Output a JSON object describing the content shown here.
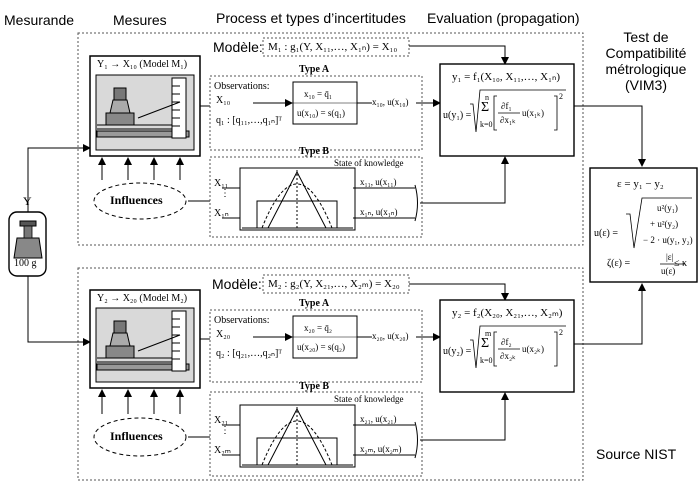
{
  "headers": {
    "mesurande": "Mesurande",
    "mesures": "Mesures",
    "process": "Process et types d’incertitudes",
    "evaluation": "Evaluation (propagation)",
    "test": [
      "Test de",
      "Compatibilité",
      "métrologique",
      "(VIM3)"
    ]
  },
  "measurand": {
    "y": "Y",
    "mass": "100 g"
  },
  "source": "Source NIST",
  "panels": [
    {
      "modele_label": "Modèle:",
      "model_eq": "M₁ : g₁(Y, X₁₁,…, X₁ₙ) = X₁₀",
      "instrument_title": "Y₁ → X₁₀ (Model M₁)",
      "influences": "Influences",
      "type_a": {
        "title": "Type A",
        "observations": "Observations:",
        "x0": "X₁₀",
        "q_vector": "q₁ : [q₁₁,…,q₁ₙ]ᵀ",
        "mean_eq": "x₁₀ = q̄₁",
        "u_eq": "u(x₁₀) = s(q₁)",
        "out": "x₁₀, u(x₁₀)"
      },
      "type_b": {
        "title": "Type B",
        "state": "State of knowledge",
        "x_first": "X₁₁",
        "x_last": "X₁ₙ",
        "out_first": "x₁₁, u(x₁₁)",
        "out_last": "x₁ₙ, u(x₁ₙ)"
      },
      "eval": {
        "y_eq": "y₁ = f₁(X₁₀, X₁₁,…, X₁ₙ)",
        "u_lhs": "u(y₁) =",
        "sum_top": "n",
        "sum_bot": "k=0",
        "frac_num": "∂f₁",
        "frac_den": "∂x₁ₖ",
        "u_term": "u(x₁ₖ)",
        "sq": "2"
      }
    },
    {
      "modele_label": "Modèle:",
      "model_eq": "M₂ : g₂(Y, X₂₁,…, X₂ₘ) = X₂₀",
      "instrument_title": "Y₂ → X₂₀ (Model M₂)",
      "influences": "Influences",
      "type_a": {
        "title": "Type A",
        "observations": "Observations:",
        "x0": "X₂₀",
        "q_vector": "q₂ : [q₂₁,…,q₂ₙ]ᵀ",
        "mean_eq": "x₂₀ = q̄₂",
        "u_eq": "u(x₂₀) = s(q₂)",
        "out": "x₂₀, u(x₂₀)"
      },
      "type_b": {
        "title": "Type B",
        "state": "State of knowledge",
        "x_first": "X₂₁",
        "x_last": "X₂ₘ",
        "out_first": "x₂₁, u(x₂₁)",
        "out_last": "x₂ₘ, u(x₂ₘ)"
      },
      "eval": {
        "y_eq": "y₂ = f₂(X₂₀, X₂₁,…, X₂ₘ)",
        "u_lhs": "u(y₂) =",
        "sum_top": "m",
        "sum_bot": "k=0",
        "frac_num": "∂f₂",
        "frac_den": "∂x₂ₖ",
        "u_term": "u(x₂ₖ)",
        "sq": "2"
      }
    }
  ],
  "compat": {
    "eps": "ε = y₁ − y₂",
    "ueps_lhs": "u(ε) =",
    "ueps_1": "u²(y₁)",
    "ueps_2": "+ u²(y₂)",
    "ueps_3": "− 2 · u(y₁, y₂)",
    "zeta_lhs": "ζ(ε) =",
    "zeta_num": "|ε|",
    "zeta_den": "u(ε)",
    "zeta_rhs": "≤ κ"
  },
  "colors": {
    "line": "#000000",
    "dash": "#555555",
    "bg": "#ffffff",
    "gray": "#bfbfbf"
  }
}
